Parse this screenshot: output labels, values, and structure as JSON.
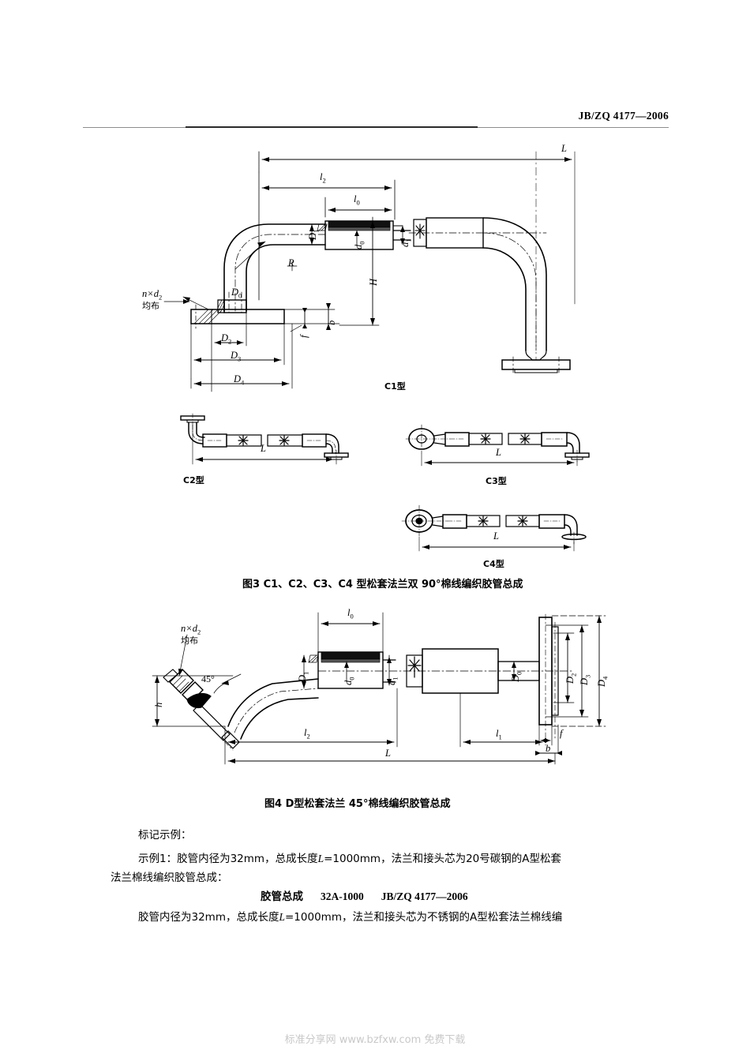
{
  "header": {
    "standard_code": "JB/ZQ 4177—2006"
  },
  "figure3": {
    "caption": "图3   C1、C2、C3、C4 型松套法兰双 90°棉线编织胶管总成",
    "main_variant_label": "C1型",
    "variants": [
      {
        "label": "C2型",
        "dim": "L"
      },
      {
        "label": "C3型",
        "dim": "L"
      },
      {
        "label": "C4型",
        "dim": "L"
      }
    ],
    "dimensions": {
      "total_length": "L",
      "l2": "l2",
      "l0": "l0",
      "radius": "R",
      "height": "H",
      "hose_od": "D1",
      "hose_id": "d0",
      "stem_bore": "d1",
      "flange_bore": "D0",
      "bolt_note_1": "n×d2",
      "bolt_note_2": "均布",
      "flange_d2": "D2",
      "flange_d3": "D3",
      "flange_d4": "D4",
      "flange_b": "b",
      "flange_f": "f"
    }
  },
  "figure4": {
    "caption": "图4   D型松套法兰 45°棉线编织胶管总成",
    "dimensions": {
      "total_length": "L",
      "l1": "l1",
      "l2": "l2",
      "l0": "l0",
      "angle": "45°",
      "h": "h",
      "hose_od": "D1",
      "hose_id": "d0",
      "stem_bore": "d1",
      "flange_bore": "D0",
      "bolt_note_1": "n×d2",
      "bolt_note_2": "均布",
      "flange_d2": "D2",
      "flange_d3": "D3",
      "flange_d4": "D4",
      "flange_b": "b",
      "flange_f": "f"
    }
  },
  "marking": {
    "heading": "标记示例：",
    "example1_prefix": "示例1：胶管内径为32mm，总成长度",
    "example1_len_sym": "L",
    "example1_len_val": "=1000mm，法兰和接头芯为20号碳钢的A型松套",
    "example1_cont": "法兰棉线编织胶管总成：",
    "code_name": "胶管总成",
    "code_spec": "32A-1000",
    "code_std": "JB/ZQ 4177—2006",
    "example2_prefix": "胶管内径为32mm，总成长度",
    "example2_len_sym": "L",
    "example2_len_val": "=1000mm，法兰和接头芯为不锈钢的A型松套法兰棉线编"
  },
  "footer": {
    "watermark": "标准分享网 www.bzfxw.com 免费下载"
  },
  "colors": {
    "ink": "#000000",
    "rule": "#8d8d8d",
    "watermark": "#c9c9c9"
  }
}
